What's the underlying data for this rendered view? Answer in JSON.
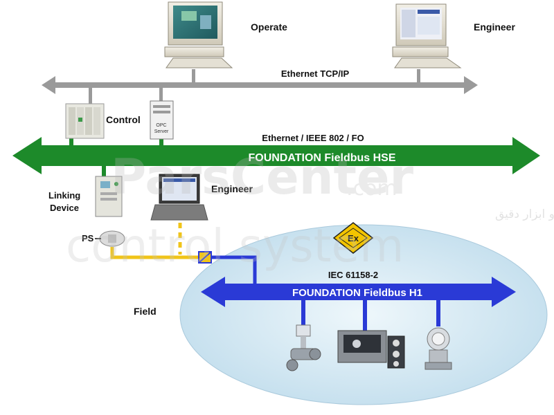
{
  "labels": {
    "operate": "Operate",
    "engineer_top": "Engineer",
    "ethernet_tcpip": "Ethernet TCP/IP",
    "control": "Control",
    "opc_server_line1": "OPC",
    "opc_server_line2": "Server",
    "ethernet_ieee": "Ethernet / IEEE 802 / FO",
    "hse_bus": "FOUNDATION Fieldbus HSE",
    "linking_device_line1": "Linking",
    "linking_device_line2": "Device",
    "engineer_mid": "Engineer",
    "ps": "PS",
    "iec": "IEC 61158-2",
    "h1_bus": "FOUNDATION Fieldbus H1",
    "field": "Field",
    "ex_mark": "Ex"
  },
  "watermark": {
    "brand": "ParsCenter",
    "domain": ".com",
    "tagline": "آموزش و اجرای انواع سیستمهای کنترل و ابزار دقیق",
    "subtitle": "control system"
  },
  "colors": {
    "hse_green": "#1d8a2a",
    "h1_blue": "#2a3ad6",
    "ethernet_gray": "#9a9a9a",
    "field_cloud": "#cfe6f2",
    "power_yellow": "#f0c419",
    "ex_yellow": "#f3c400"
  },
  "icons": [
    "monitor-icon",
    "plc-rack-icon",
    "server-icon",
    "linking-device-icon",
    "laptop-icon",
    "power-supply-icon",
    "flowmeter-icon",
    "valve-positioner-icon",
    "pressure-transmitter-icon",
    "ex-explosion-proof-icon"
  ]
}
